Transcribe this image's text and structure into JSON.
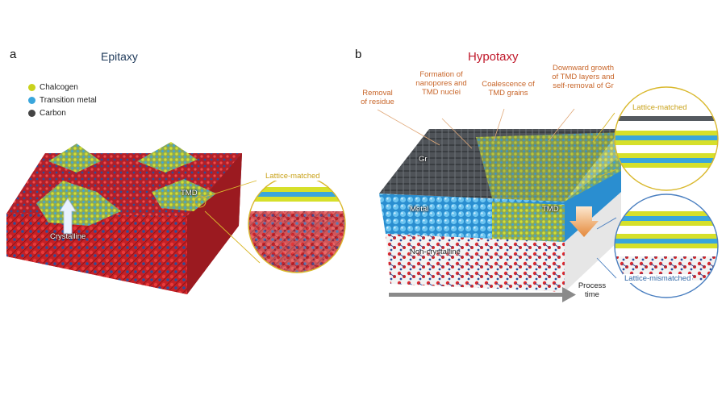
{
  "panel_a": {
    "letter": "a",
    "title": "Epitaxy",
    "legend": [
      {
        "label": "Chalcogen",
        "color": "#c9d21c"
      },
      {
        "label": "Transition metal",
        "color": "#3aa6dc"
      },
      {
        "label": "Carbon",
        "color": "#444444"
      }
    ],
    "labels": {
      "tmd": "TMD",
      "crystalline": "Crystalline"
    },
    "inset_title": "Lattice-matched"
  },
  "panel_b": {
    "letter": "b",
    "title": "Hypotaxy",
    "steps": [
      {
        "line1": "Removal",
        "line2": "of residue",
        "line3": ""
      },
      {
        "line1": "Formation of",
        "line2": "nanopores and",
        "line3": "TMD nuclei"
      },
      {
        "line1": "Coalescence of",
        "line2": "TMD grains",
        "line3": ""
      },
      {
        "line1": "Downward growth",
        "line2": "of TMD layers and",
        "line3": "self-removal of Gr"
      }
    ],
    "labels": {
      "gr": "Gr",
      "metal": "Metal",
      "tmd": "TMD",
      "noncrystalline": "Non-crystalline"
    },
    "inset_top_title": "Lattice-matched",
    "inset_bottom_title": "Lattice-mismatched",
    "process_line1": "Process",
    "process_line2": "time"
  },
  "colors": {
    "chalcogen": "#c9d21c",
    "metal": "#3aa6dc",
    "carbon": "#444444",
    "oxygen": "#d8262a",
    "silicon": "#2c4f9a",
    "inset_matched": "#d9b82c",
    "inset_mismatched": "#4a7fc0",
    "annotation": "#c8662a"
  }
}
